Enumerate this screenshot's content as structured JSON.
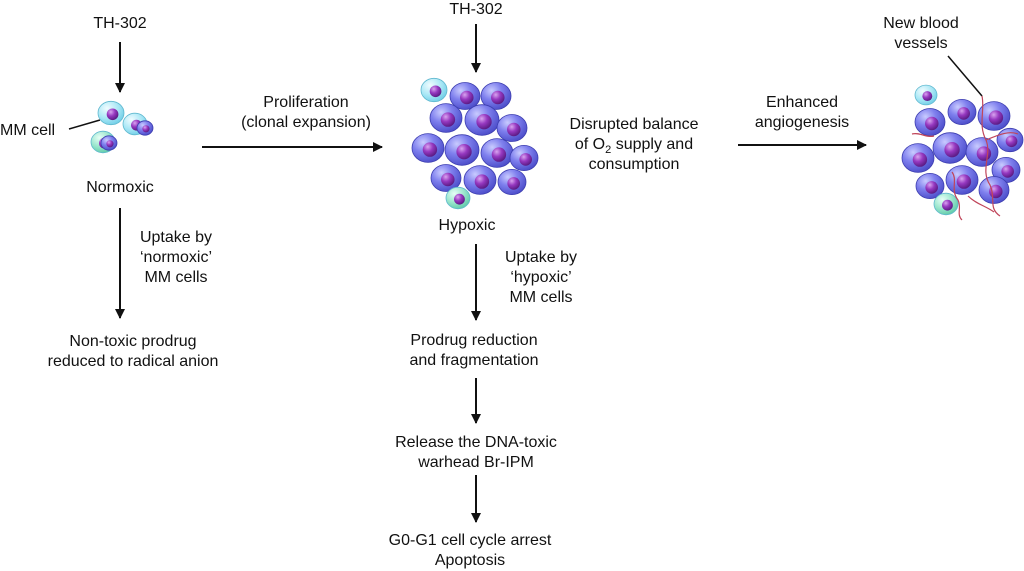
{
  "colors": {
    "arrow": "#111111",
    "cell_body": "#6d6ee6",
    "cell_highlight": "#c9cbff",
    "nucleus": "#8a2fb0",
    "cell_cyan": "#9fe4f3",
    "cell_teal": "#8fe0c8",
    "vessel": "#c0455a"
  },
  "left_column": {
    "drug": "TH-302",
    "mm_cell_label": "MM cell",
    "state": "Normoxic",
    "uptake": [
      "Uptake by",
      "‘normoxic’",
      "MM cells"
    ],
    "outcome": [
      "Non-toxic prodrug",
      "reduced to radical anion"
    ]
  },
  "transition_1": [
    "Proliferation",
    "(clonal expansion)"
  ],
  "center_column": {
    "drug": "TH-302",
    "state": "Hypoxic",
    "uptake": [
      "Uptake by",
      "‘hypoxic’",
      "MM cells"
    ],
    "step_1": [
      "Prodrug reduction",
      "and fragmentation"
    ],
    "step_2": [
      "Release the DNA-toxic",
      "warhead Br-IPM"
    ],
    "step_3": [
      "G0-G1 cell cycle arrest",
      "Apoptosis"
    ]
  },
  "balance": {
    "line_1": "Disrupted balance",
    "line_2_pre": "of O",
    "line_2_sub": "2",
    "line_2_post": " supply and",
    "line_3": "consumption"
  },
  "transition_2": [
    "Enhanced",
    "angiogenesis"
  ],
  "right_column": {
    "vessels_label": [
      "New blood",
      "vessels"
    ]
  }
}
